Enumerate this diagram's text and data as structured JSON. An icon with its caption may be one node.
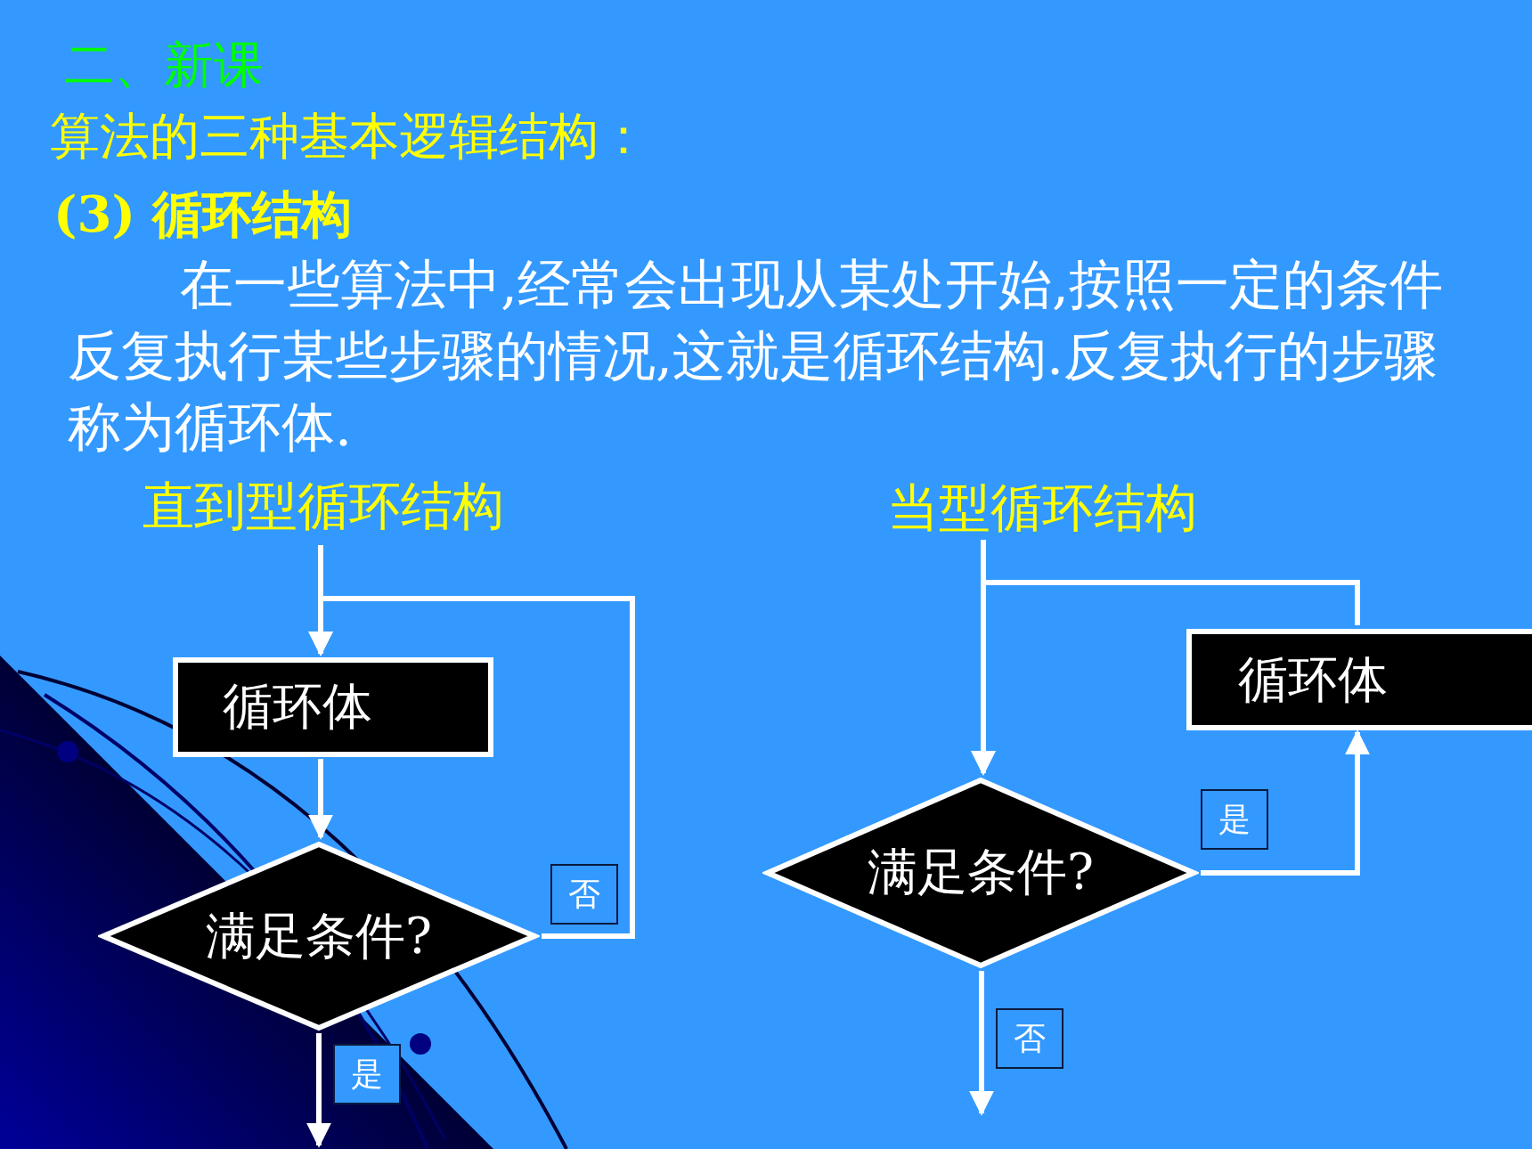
{
  "diagram": {
    "title": "二、新课",
    "nodes": [
      {
        "text": [
          "直到型循环结构"
        ]
      },
      {
        "text": [
          "循环体"
        ]
      },
      {
        "text": [
          "满足条件?"
        ]
      },
      {
        "text": [
          "当型循环结构"
        ]
      },
      {
        "text": [
          "循环体"
        ]
      },
      {
        "text": [
          "满足条件?"
        ]
      }
    ],
    "edges": [
      {
        "from": 0,
        "to": 1,
        "arrow": "to"
      },
      {
        "from": 1,
        "to": 2,
        "arrow": "to"
      },
      {
        "from": 2,
        "to": 1,
        "arrow": "to",
        "label": "否"
      },
      {
        "from": 2,
        "to": null,
        "arrow": "to",
        "label": "是"
      },
      {
        "from": 3,
        "to": 5,
        "arrow": "to"
      },
      {
        "from": 5,
        "to": 4,
        "arrow": "to",
        "label": "是"
      },
      {
        "from": 4,
        "to": 5,
        "arrow": "to"
      },
      {
        "from": 5,
        "to": null,
        "arrow": "to",
        "label": "否"
      }
    ],
    "labels": [
      "算法的三种基本逻辑结构：",
      "(3) 循环结构",
      "在一些算法中,经常会出现从某处开始,按照一定的条件反复执行某些步骤的情况,这就是循环结构.反复执行的步骤称为循环体."
    ]
  }
}
